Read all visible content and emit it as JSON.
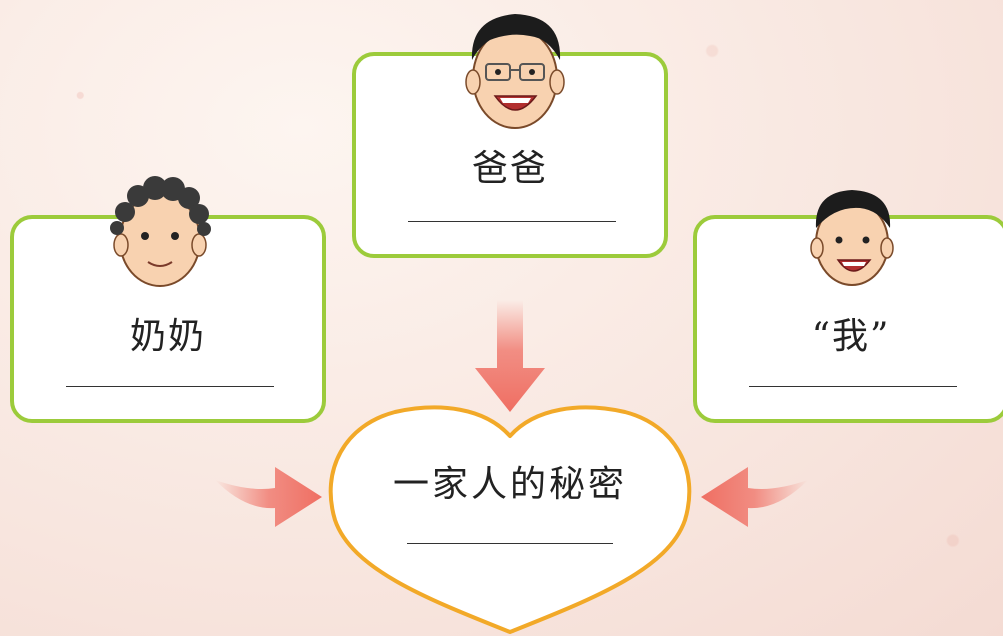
{
  "cards": {
    "dad": {
      "label": "爸爸"
    },
    "grandma": {
      "label": "奶奶"
    },
    "me": {
      "label": "“我”"
    }
  },
  "center": {
    "label": "一家人的秘密"
  },
  "colors": {
    "card_border": "#9ccb3b",
    "heart_border": "#f2a928",
    "arrow": "#f07d72",
    "background": "#fbf0ea"
  },
  "icons": [
    "dad-face-icon",
    "grandma-face-icon",
    "boy-face-icon",
    "arrow-down-icon",
    "arrow-right-icon",
    "arrow-left-icon"
  ]
}
